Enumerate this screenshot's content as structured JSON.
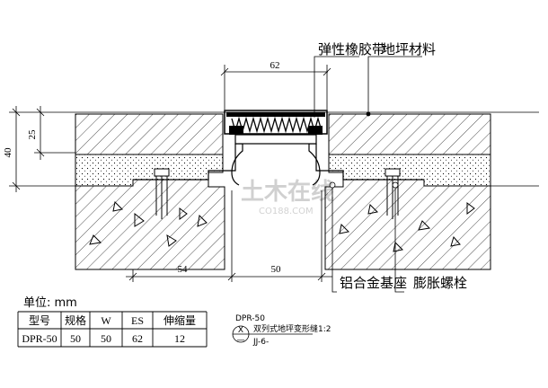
{
  "callouts": {
    "rubber_strip": "弹性橡胶带",
    "floor_material": "地坪材料",
    "aluminum_base": "铝合金基座",
    "expansion_bolt": "膨胀螺栓"
  },
  "dimensions": {
    "top_width": "62",
    "left_width": "54",
    "gap_width": "50",
    "total_height": "40",
    "top_layer_height": "25"
  },
  "watermark": "土木在线",
  "watermark_sub": "CO188.COM",
  "unit_label": "单位: mm",
  "table": {
    "headers": [
      "型号",
      "规格",
      "W",
      "ES",
      "伸缩量"
    ],
    "rows": [
      [
        "DPR-50",
        "50",
        "50",
        "62",
        "12"
      ]
    ]
  },
  "detail_ref": {
    "code": "DPR-50",
    "marker": "X",
    "title": "双列式地坪变形缝1:2",
    "dash": "—",
    "sheet": "JJ-6-"
  }
}
